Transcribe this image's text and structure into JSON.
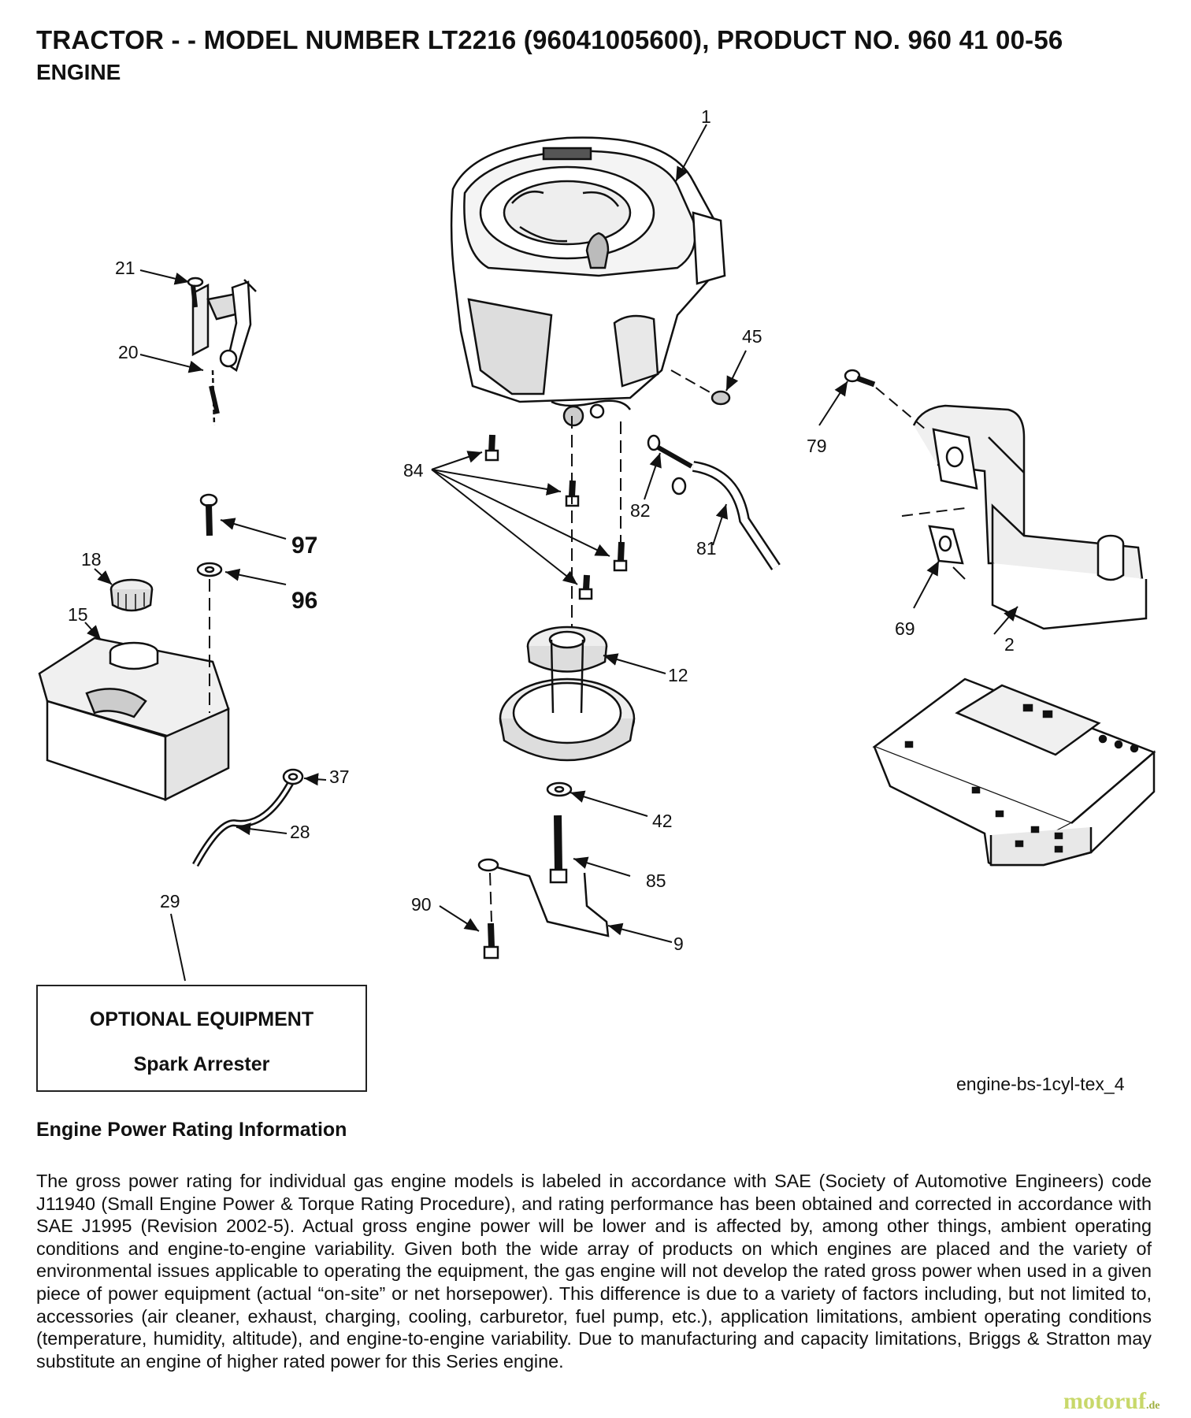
{
  "header": {
    "title": "TRACTOR - - MODEL NUMBER LT2216 (96041005600), PRODUCT NO. 960 41 00-56",
    "subtitle": "ENGINE"
  },
  "callouts": {
    "c1": "1",
    "c2": "2",
    "c9": "9",
    "c12": "12",
    "c15": "15",
    "c18": "18",
    "c20": "20",
    "c21": "21",
    "c28": "28",
    "c29": "29",
    "c37": "37",
    "c42": "42",
    "c45": "45",
    "c69": "69",
    "c79": "79",
    "c81": "81",
    "c82": "82",
    "c84": "84",
    "c85": "85",
    "c90": "90",
    "c96": "96",
    "c97": "97"
  },
  "optional_equipment": {
    "title": "OPTIONAL EQUIPMENT",
    "item": "Spark Arrester"
  },
  "diagram_ref": "engine-bs-1cyl-tex_4",
  "rating": {
    "heading": "Engine Power Rating Information",
    "text": "The gross power rating for individual gas engine models is labeled in accordance with SAE (Society of Automotive Engineers) code J11940 (Small Engine Power & Torque Rating Procedure), and rating performance has been obtained and corrected in accordance with SAE J1995 (Revision 2002-5).  Actual gross engine power will be lower and is affected by, among other things, ambient operating conditions and engine-to-engine variability.  Given both the wide array of products on which engines are placed and the variety of environmental issues applicable to operating the equipment, the gas engine will not develop the rated gross power when used in a given piece of power equipment (actual “on-site” or net horsepower).  This difference is due to a variety of factors including, but not limited to, accessories (air cleaner, exhaust, charging, cooling, carburetor, fuel pump, etc.), application limitations, ambient operating conditions (temperature, humidity, altitude), and engine-to-engine variability.  Due to manufacturing and capacity limitations, Briggs & Stratton may substitute an engine of higher rated power for this Series engine."
  },
  "watermark": {
    "main": "motoruf",
    "suffix": ".de"
  }
}
